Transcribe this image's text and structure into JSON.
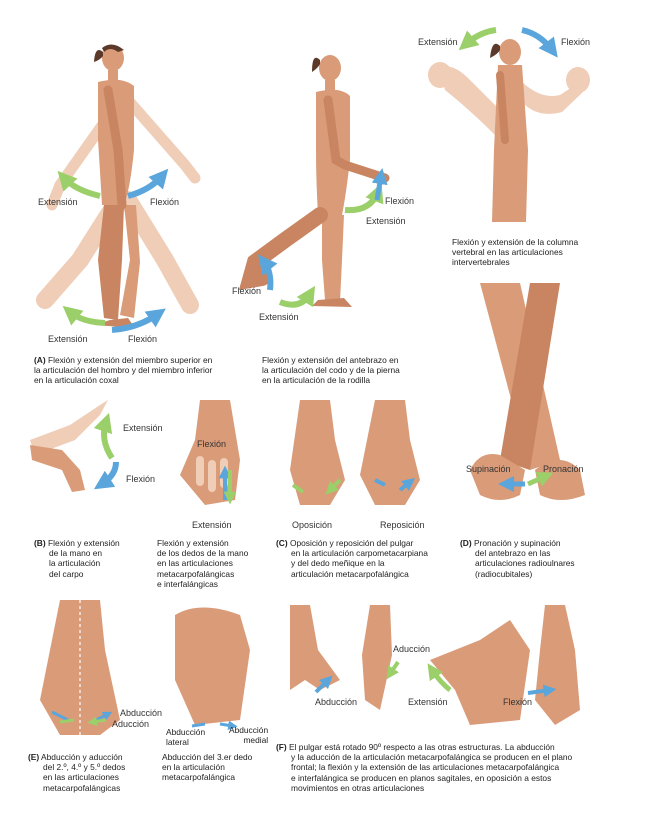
{
  "colors": {
    "skin": "#d99b78",
    "skin_dark": "#b9714e",
    "skin_ghost": "#efcdb7",
    "arrow_green": "#9bcf6a",
    "arrow_blue": "#5aa6dc",
    "text": "#222222"
  },
  "panelA": {
    "walk_extension_arm": "Extensión",
    "walk_flexion_arm": "Flexión",
    "walk_extension_leg": "Extensión",
    "walk_flexion_leg": "Flexión",
    "caption_letter": "(A)",
    "caption_line1": "Flexión y extensión del miembro superior en",
    "caption_line2": "la articulación del hombro y del miembro inferior",
    "caption_line3": "en la articulación coxal",
    "knee_flexion_upper": "Flexión",
    "knee_extension_upper": "Extensión",
    "knee_flexion_lower": "Flexión",
    "knee_extension_lower": "Extensión",
    "caption2_line1": "Flexión y extensión del antebrazo en",
    "caption2_line2": "la articulación del codo y de la pierna",
    "caption2_line3": "en la articulación de la rodilla"
  },
  "spine": {
    "extension": "Extensión",
    "flexion": "Flexión",
    "caption_line1": "Flexión y extensión de la columna",
    "caption_line2": "vertebral en las articulaciones",
    "caption_line3": "intervertebrales"
  },
  "panelB": {
    "extension": "Extensión",
    "flexion": "Flexión",
    "caption_letter": "(B)",
    "caption_line1": "Flexión y extensión",
    "caption_line2": "de la mano en",
    "caption_line3": "la articulación",
    "caption_line4": "del carpo",
    "fingers_flexion": "Flexión",
    "fingers_extension": "Extensión",
    "caption2_line1": "Flexión y extensión",
    "caption2_line2": "de los dedos de la mano",
    "caption2_line3": "en las articulaciones",
    "caption2_line4": "metacarpofalángicas",
    "caption2_line5": "e interfalángicas"
  },
  "panelC": {
    "opposition": "Oposición",
    "reposition": "Reposición",
    "caption_letter": "(C)",
    "caption_line1": "Oposición y reposición del pulgar",
    "caption_line2": "en la articulación carpometacarpiana",
    "caption_line3": "y del dedo meñique en la",
    "caption_line4": "articulación metacarpofalángica"
  },
  "panelD": {
    "supination": "Supinación",
    "pronation": "Pronación",
    "caption_letter": "(D)",
    "caption_line1": "Pronación y supinación",
    "caption_line2": "del antebrazo en las",
    "caption_line3": "articulaciones radioulnares",
    "caption_line4": "(radiocubitales)"
  },
  "panelE": {
    "abduction": "Abducción",
    "aduccion": "Aducción",
    "abd_lateral_1": "Abducción",
    "abd_lateral_2": "lateral",
    "abd_medial_1": "Abducción",
    "abd_medial_2": "medial",
    "caption_letter": "(E)",
    "caption_line1": "Abducción y aducción",
    "caption_line2": "del 2.º, 4.º y 5.º dedos",
    "caption_line3": "en las articulaciones",
    "caption_line4": "metacarpofalángicas",
    "caption2_line1": "Abducción del 3.er dedo",
    "caption2_line2": "en la articulación",
    "caption2_line3": "metacarpofalángica"
  },
  "panelF": {
    "abduction": "Abducción",
    "aduccion": "Aducción",
    "extension": "Extensión",
    "flexion": "Flexión",
    "caption_letter": "(F)",
    "caption_line1": "El pulgar está rotado 90º respecto a las otras estructuras. La abducción",
    "caption_line2": "y la aducción de la articulación metacarpofalángica se producen en el plano",
    "caption_line3": "frontal; la flexión y la extensión de las articulaciones metacarpofalángica",
    "caption_line4": "e interfalángica se producen en planos sagitales, en oposición a estos",
    "caption_line5": "movimientos en otras articulaciones"
  }
}
